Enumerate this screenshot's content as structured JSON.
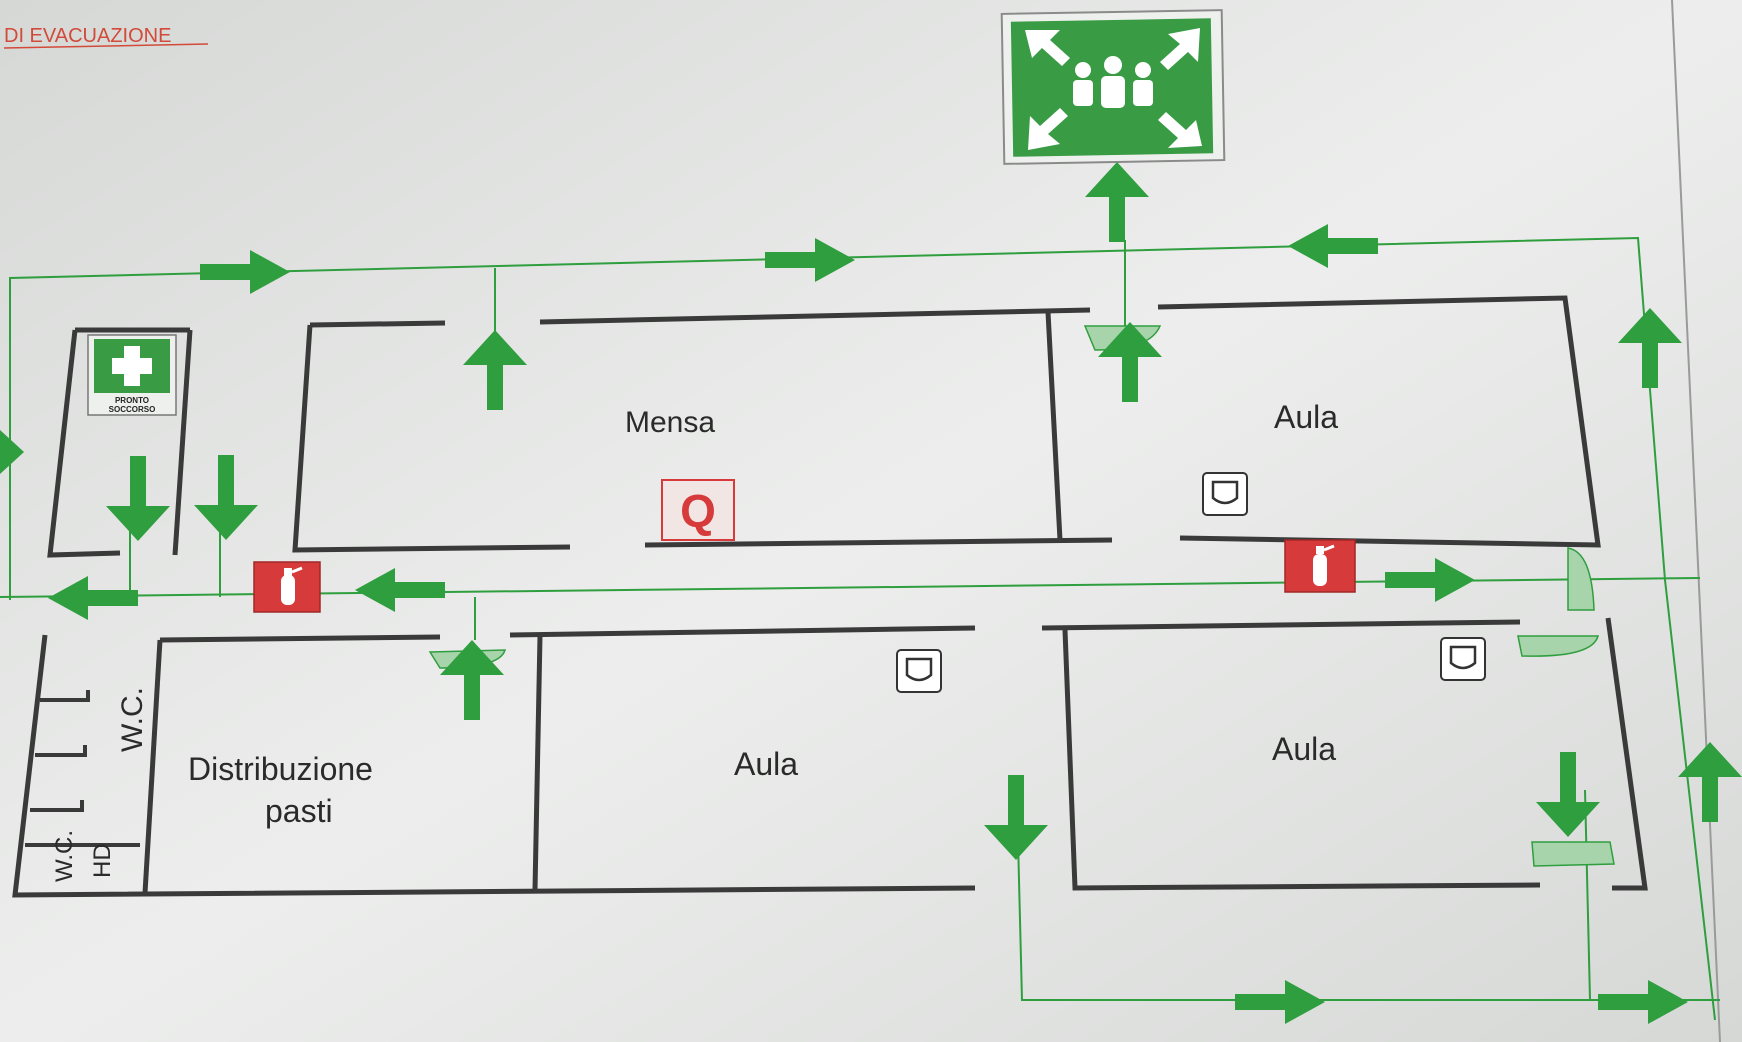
{
  "header": {
    "title": "DI EVACUAZIONE"
  },
  "rooms": {
    "mensa": "Mensa",
    "aula_top_right": "Aula",
    "aula_bottom_middle": "Aula",
    "aula_bottom_right": "Aula",
    "distribuzione_line1": "Distribuzione",
    "distribuzione_line2": "pasti",
    "wc": "W.C.",
    "wc_hd_line1": "W.C.",
    "wc_hd_line2": "HD"
  },
  "first_aid": {
    "label_line1": "PRONTO",
    "label_line2": "SOCCORSO"
  },
  "quadro_symbol": "Q",
  "colors": {
    "route_green": "#2f9e3e",
    "sign_green": "#3a9b45",
    "extinguisher_red": "#d63a3a",
    "wall": "#3a3a3a",
    "background": "#d6d8d6"
  }
}
